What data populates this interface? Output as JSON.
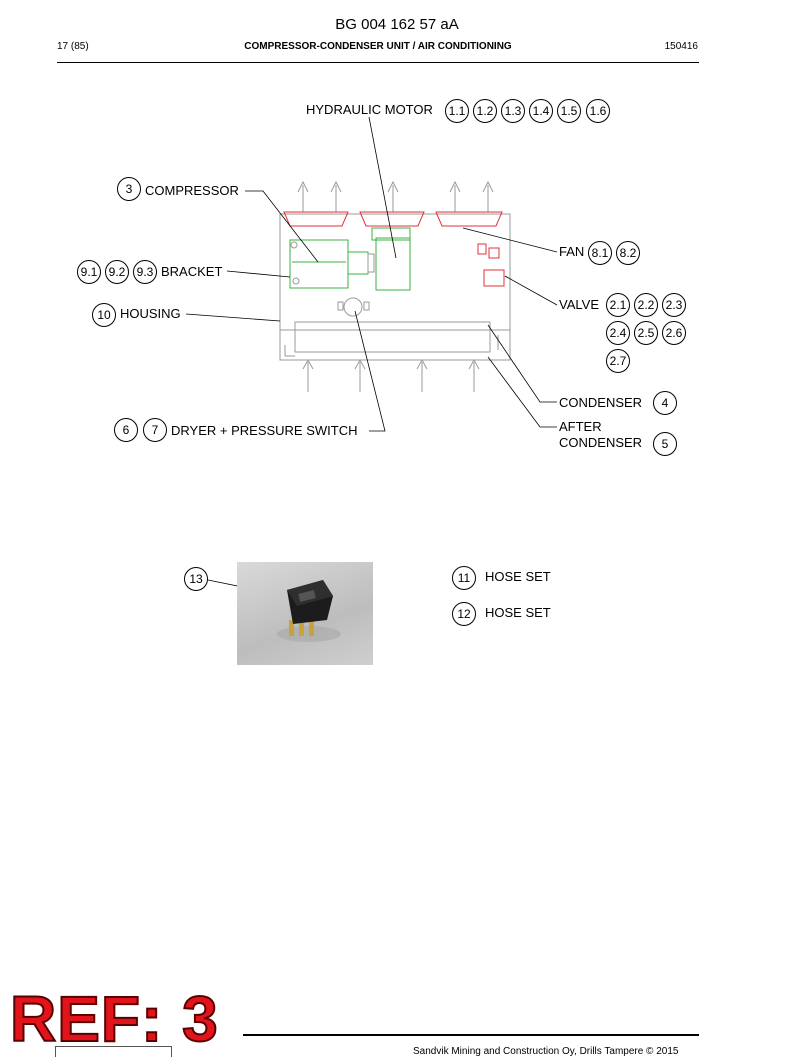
{
  "header": {
    "doc_id": "BG 004 162 57 aA",
    "page": "17 (85)",
    "title": "COMPRESSOR-CONDENSER UNIT / AIR CONDITIONING",
    "code": "150416"
  },
  "callouts": {
    "hydraulic_motor": {
      "label": "HYDRAULIC MOTOR",
      "refs": [
        "1.1",
        "1.2",
        "1.3",
        "1.4",
        "1.5",
        "1.6"
      ]
    },
    "compressor": {
      "label": "COMPRESSOR",
      "refs": [
        "3"
      ]
    },
    "bracket": {
      "label": "BRACKET",
      "refs": [
        "9.1",
        "9.2",
        "9.3"
      ]
    },
    "housing": {
      "label": "HOUSING",
      "refs": [
        "10"
      ]
    },
    "fan": {
      "label": "FAN",
      "refs": [
        "8.1",
        "8.2"
      ]
    },
    "valve": {
      "label": "VALVE",
      "refs": [
        "2.1",
        "2.2",
        "2.3",
        "2.4",
        "2.5",
        "2.6",
        "2.7"
      ]
    },
    "condenser": {
      "label": "CONDENSER",
      "refs": [
        "4"
      ]
    },
    "after_condenser": {
      "label_line1": "AFTER",
      "label_line2": "CONDENSER",
      "refs": [
        "5"
      ]
    },
    "dryer": {
      "label": "DRYER + PRESSURE SWITCH",
      "refs": [
        "6",
        "7"
      ]
    },
    "relay": {
      "refs": [
        "13"
      ]
    },
    "hose_set_a": {
      "label": "HOSE SET",
      "refs": [
        "11"
      ]
    },
    "hose_set_b": {
      "label": "HOSE SET",
      "refs": [
        "12"
      ]
    }
  },
  "stamp": "REF: 3",
  "footer": {
    "text": "Sandvik Mining and Construction Oy, Drills Tampere © 2015"
  },
  "colors": {
    "stamp_red": "#e0141a",
    "drawing_green": "#3cb043",
    "drawing_red": "#e0303a"
  }
}
